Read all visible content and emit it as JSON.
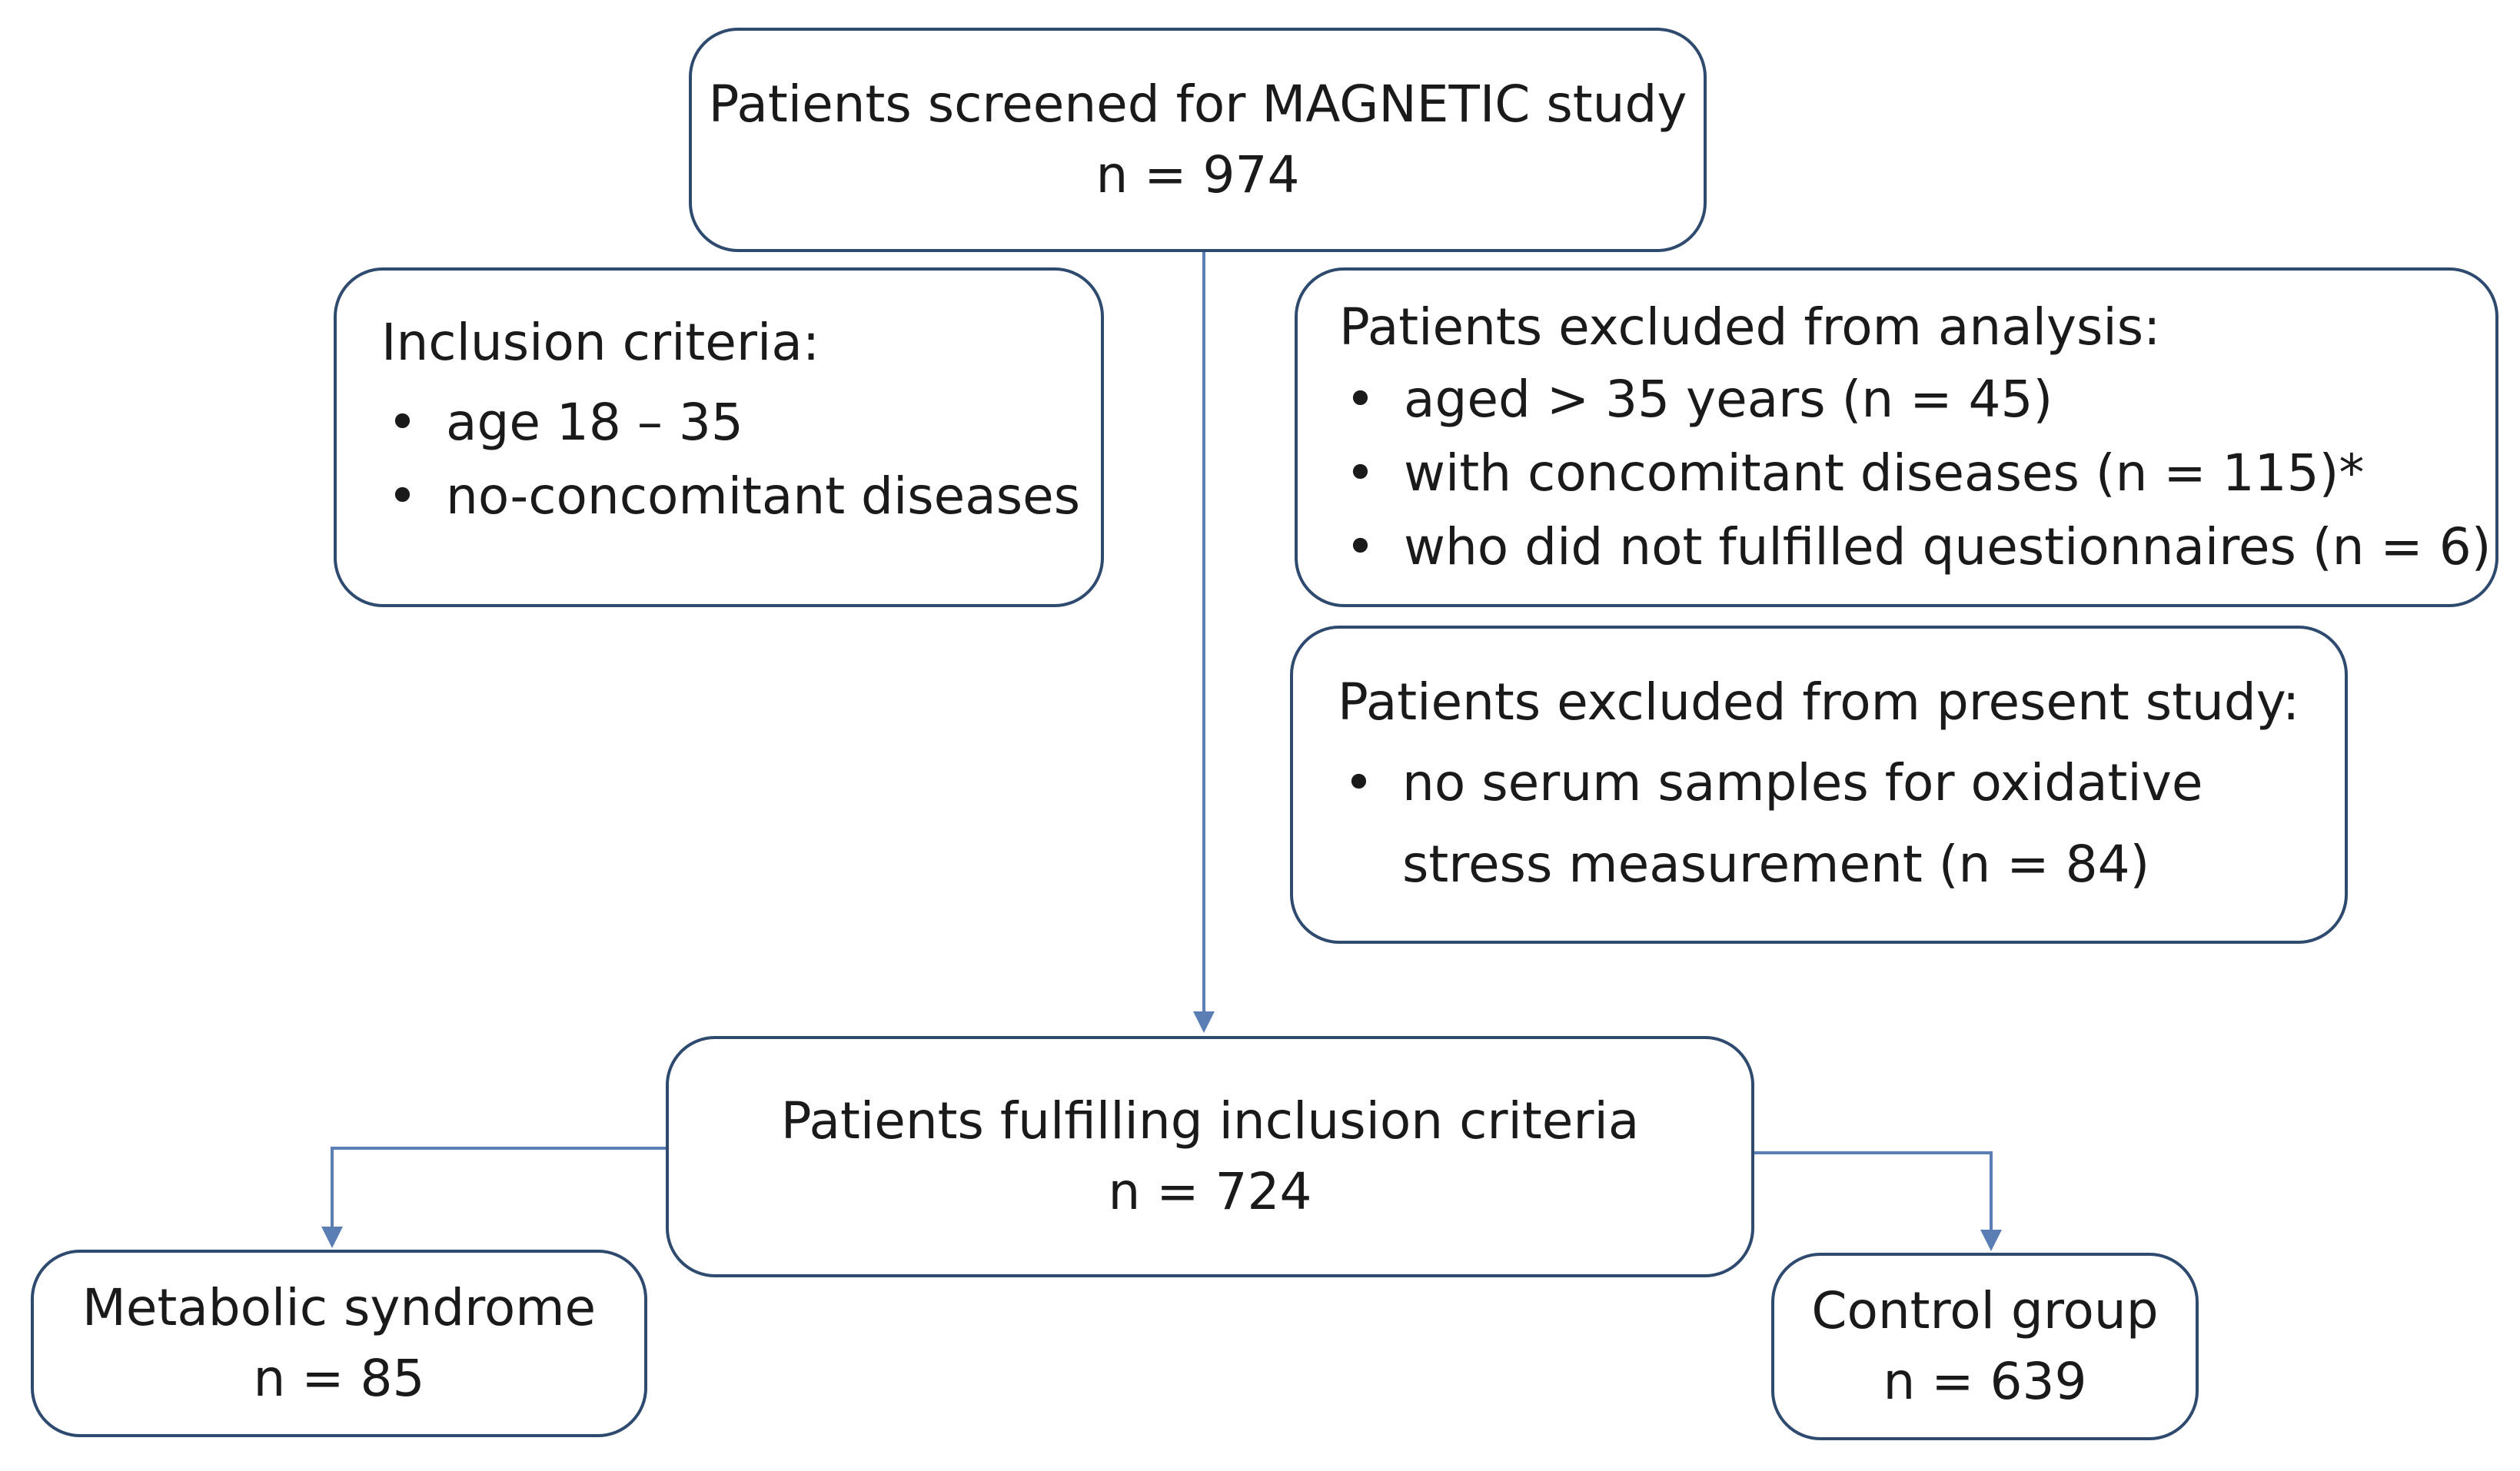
{
  "screened": {
    "title": "Patients screened for MAGNETIC study",
    "count": "n = 974"
  },
  "inclusion": {
    "heading": "Inclusion criteria:",
    "items": [
      "age 18 – 35",
      "no-concomitant diseases"
    ]
  },
  "excluded_analysis": {
    "heading": "Patients excluded from analysis:",
    "items": [
      "aged > 35 years (n = 45)",
      "with concomitant diseases (n = 115)*",
      "who did not fulfilled questionnaires (n = 6)"
    ]
  },
  "excluded_present": {
    "heading": "Patients excluded from present study:",
    "items": [
      "no serum samples for oxidative stress measurement (n = 84)"
    ]
  },
  "fulfilling": {
    "title": "Patients fulfilling inclusion criteria",
    "count": "n = 724"
  },
  "metabolic": {
    "title": "Metabolic syndrome",
    "count": "n = 85"
  },
  "control": {
    "title": "Control group",
    "count": "n = 639"
  },
  "colors": {
    "box_border": "#2e4a6e",
    "connector": "#5b7fb5",
    "text": "#1a1a1a"
  }
}
